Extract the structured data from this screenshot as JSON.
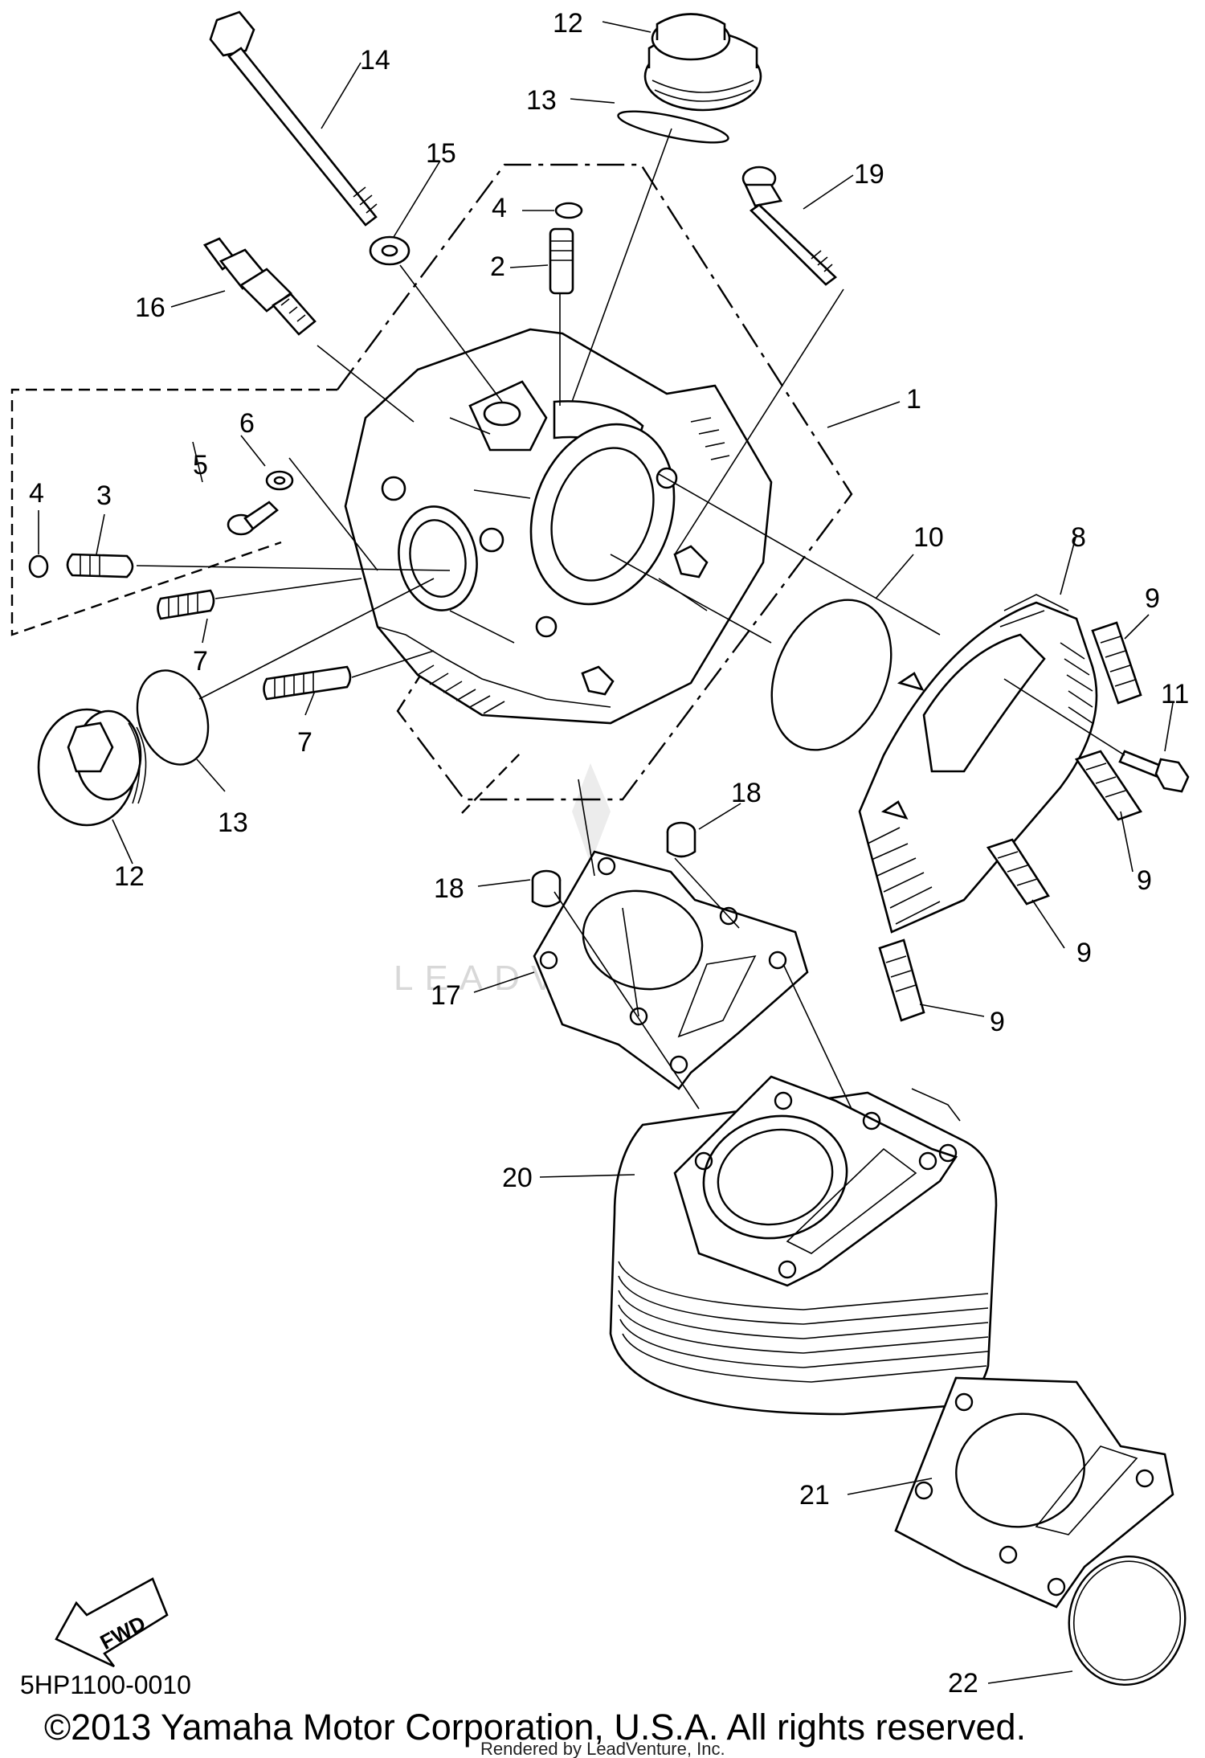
{
  "diagram": {
    "part_code": "5HP1100-0010",
    "copyright": "©2013 Yamaha Motor Corporation, U.S.A. All rights reserved.",
    "rendered_by": "Rendered by LeadVenture, Inc.",
    "watermark": "LEADVENTURE",
    "fwd_label": "FWD",
    "callouts": [
      "1",
      "2",
      "3",
      "4",
      "4",
      "5",
      "6",
      "7",
      "7",
      "8",
      "9",
      "9",
      "9",
      "9",
      "10",
      "11",
      "12",
      "12",
      "13",
      "13",
      "14",
      "15",
      "16",
      "17",
      "18",
      "18",
      "19",
      "20",
      "21",
      "22"
    ]
  }
}
